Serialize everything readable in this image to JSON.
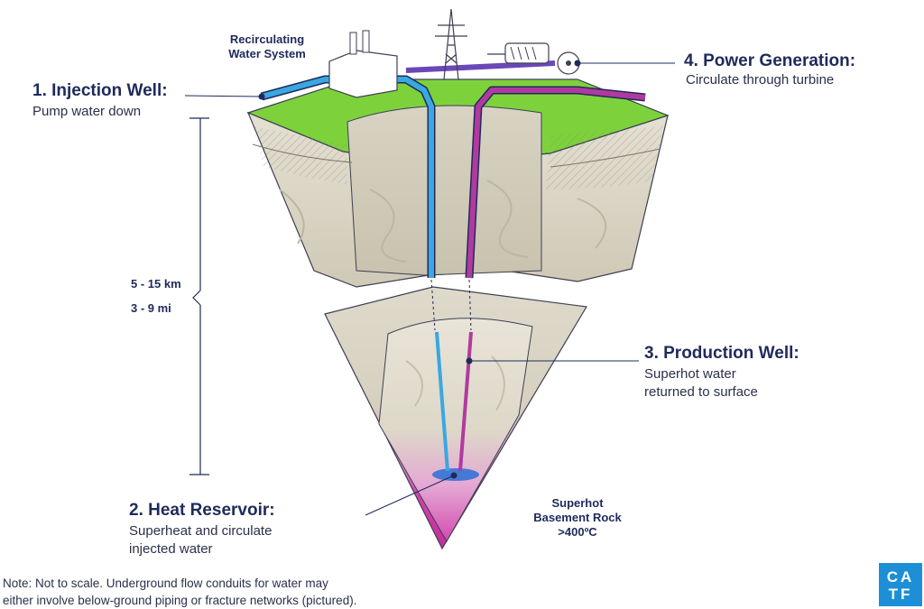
{
  "labels": {
    "injection": {
      "title": "1. Injection Well:",
      "desc": "Pump water down"
    },
    "reservoir": {
      "title": "2. Heat Reservoir:",
      "desc_lines": [
        "Superheat and circulate",
        "injected water"
      ]
    },
    "production": {
      "title": "3. Production Well:",
      "desc_lines": [
        "Superhot water",
        "returned to surface"
      ]
    },
    "power": {
      "title": "4. Power Generation:",
      "desc": "Circulate through turbine"
    },
    "recirculating": [
      "Recirculating",
      "Water System"
    ],
    "basement": [
      "Superhot",
      "Basement Rock",
      ">400ºC"
    ]
  },
  "depth": {
    "km": "5 - 15 km",
    "mi": "3 - 9 mi"
  },
  "note_lines": [
    "Note: Not to scale. Underground flow conduits for water may",
    "either involve below-ground piping or fracture networks (pictured)."
  ],
  "logo": {
    "line1": "CA",
    "line2": "TF"
  },
  "colors": {
    "navy": "#1f2a5c",
    "cold_pipe": "#3aa7e0",
    "hot_pipe": "#b03aa0",
    "grass": "#7dd23c",
    "rock": "#d9d4c4",
    "hot_zone": "#d23aa8",
    "logo": "#1d8fd6"
  }
}
